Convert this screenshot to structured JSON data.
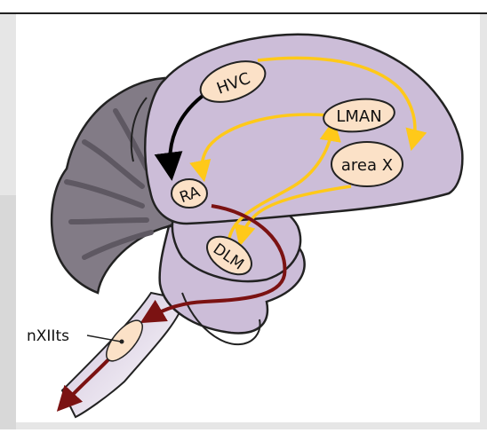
{
  "labels": {
    "hvc": "HVC",
    "lman": "LMAN",
    "area_x": "area X",
    "ra": "RA",
    "dlm": "DLM",
    "nxiits": "nXIIts"
  },
  "colors": {
    "background_grey": "#e6e6e6",
    "brain_fill": "#ccbdd8",
    "cerebellum_fill": "#827b86",
    "nucleus_fill": "#fbe1c7",
    "motor_pathway": "#000000",
    "afp_pathway": "#ffc919",
    "output_pathway": "#7b1212"
  }
}
